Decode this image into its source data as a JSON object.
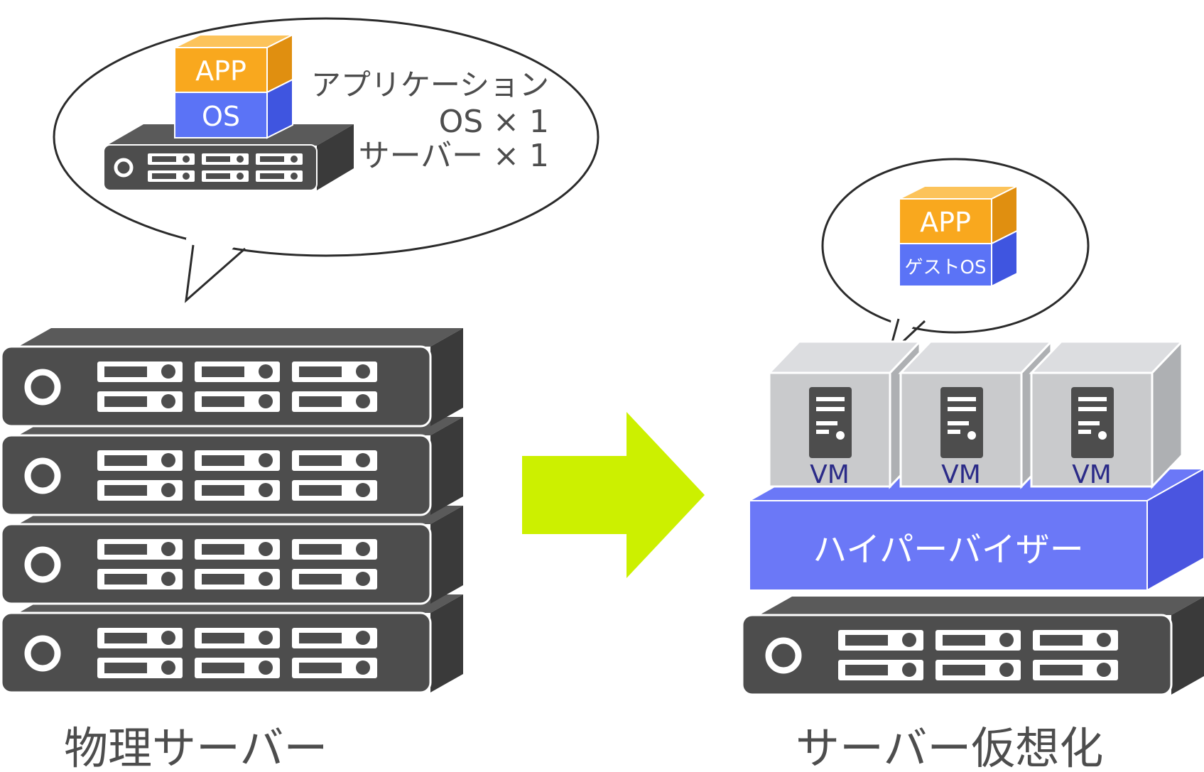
{
  "physical": {
    "bubble": {
      "app_label": "APP",
      "os_label": "OS",
      "info_line1": "アプリケーション",
      "info_line2": "OS × 1",
      "info_line3": "サーバー × 1"
    },
    "caption": "物理サーバー"
  },
  "virtual": {
    "bubble": {
      "app_label": "APP",
      "os_label": "ゲストOS"
    },
    "vm_label": "VM",
    "hypervisor_label": "ハイパーバイザー",
    "caption": "サーバー仮想化"
  },
  "colors": {
    "server_dark": "#4d4d4d",
    "app_orange": "#f9a81e",
    "os_blue": "#5b73f6",
    "hypervisor_blue": "#6b78f7",
    "arrow_lime": "#ccf000",
    "vm_gray": "#c9cacc",
    "vm_text": "#2b2b88"
  }
}
